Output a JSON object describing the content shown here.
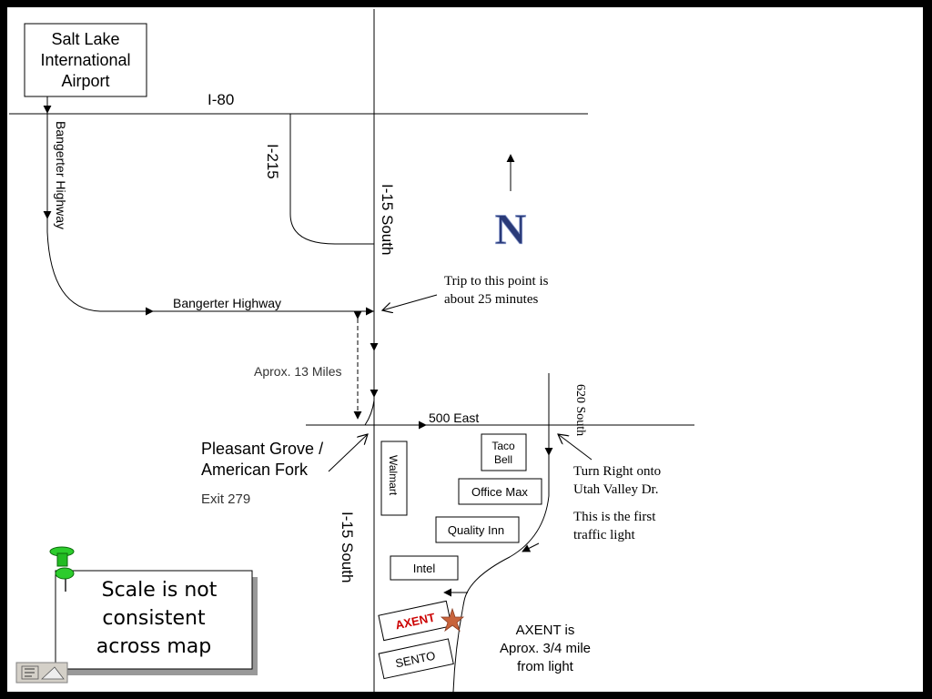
{
  "map": {
    "airport": {
      "line1": "Salt Lake",
      "line2": "International",
      "line3": "Airport"
    },
    "roads": {
      "i80": "I-80",
      "i215": "I-215",
      "i15_north": "I-15 South",
      "i15_south": "I-15 South",
      "bangerter_vertical": "Bangerter Highway",
      "bangerter_horizontal": "Bangerter Highway",
      "east500": "500 East",
      "south620": "620 South"
    },
    "north_letter": "N",
    "notes": {
      "trip_line1": "Trip to this point is",
      "trip_line2": "about 25 minutes",
      "miles": "Aprox. 13 Miles",
      "exit_line1": "Pleasant Grove /",
      "exit_line2": "American Fork",
      "exit_number": "Exit 279",
      "turn_line1": "Turn Right onto",
      "turn_line2": "Utah Valley Dr.",
      "light_line1": "This is the first",
      "light_line2": "traffic light",
      "axent_line1": "AXENT is",
      "axent_line2": "Aprox. 3/4 mile",
      "axent_line3": "from light"
    },
    "buildings": {
      "walmart": "Walmart",
      "tacobell_line1": "Taco",
      "tacobell_line2": "Bell",
      "officemax": "Office Max",
      "qualityinn": "Quality Inn",
      "intel": "Intel",
      "axent": "AXENT",
      "sento": "SENTO"
    },
    "scale_note": {
      "line1": "Scale is not",
      "line2": "consistent",
      "line3": "across map"
    }
  },
  "colors": {
    "background": "#ffffff",
    "border": "#000000",
    "north": "#2a3a78",
    "axent_text": "#cc0000",
    "star": "#c8643c",
    "pin": "#22cc22"
  }
}
